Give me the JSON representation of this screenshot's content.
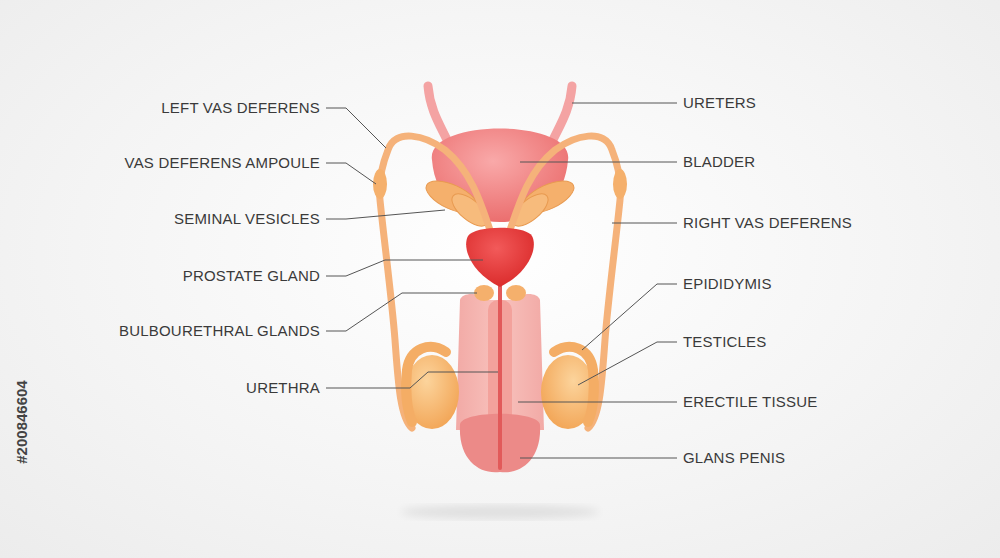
{
  "diagram": {
    "labels": [
      "LEFT VAS DEFERENS",
      "VAS DEFERENS AMPOULE",
      "SEMINAL VESICLES",
      "PROSTATE GLAND",
      "BULBOURETHRAL GLANDS",
      "URETHRA",
      "URETERS",
      "BLADDER",
      "RIGHT VAS DEFERENS",
      "EPIDIDYMIS",
      "TESTICLES",
      "ERECTILE TISSUE",
      "GLANS PENIS",
      "#200846604"
    ]
  }
}
